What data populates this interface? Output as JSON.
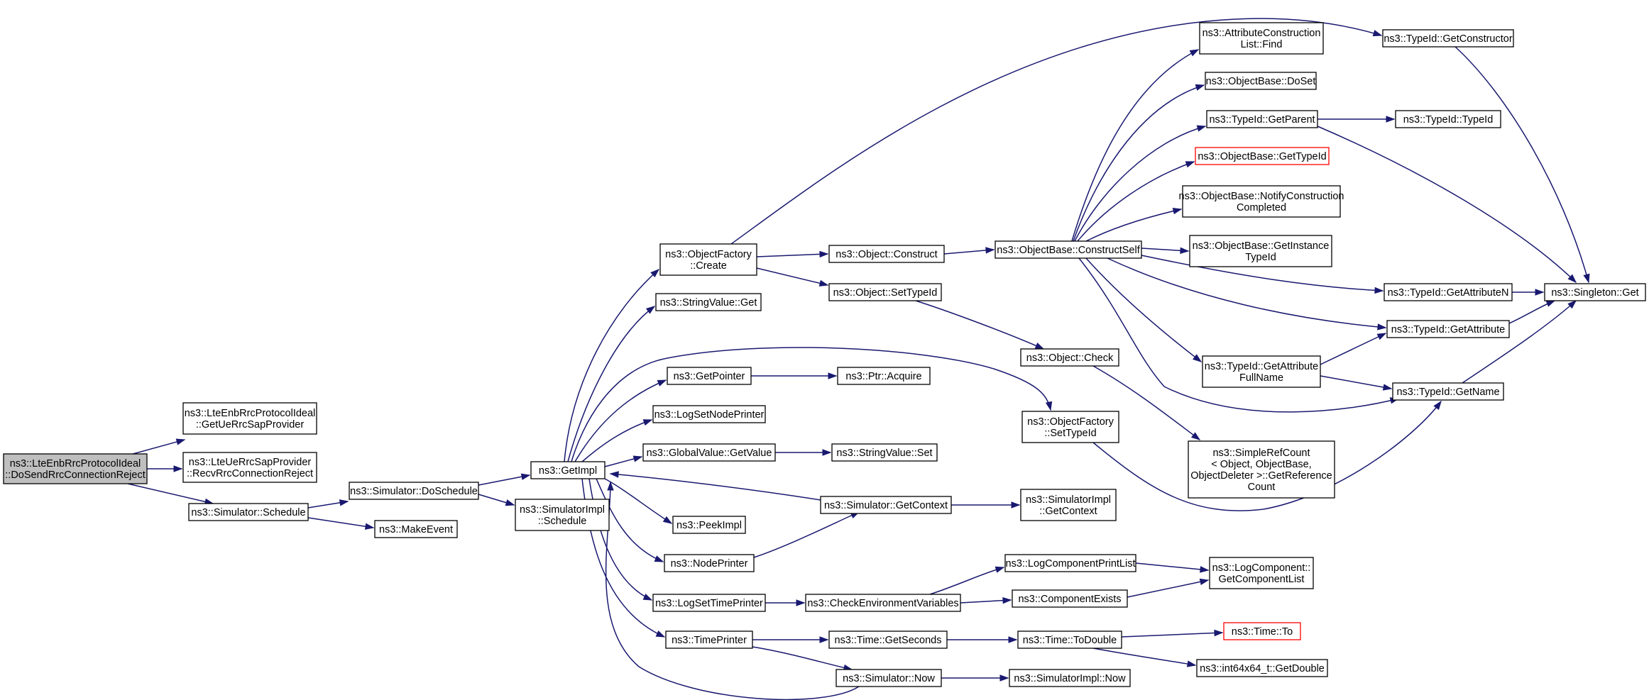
{
  "nodes": [
    {
      "id": "root",
      "lines": [
        "ns3::LteEnbRrcProtocolIdeal",
        "::DoSendRrcConnectionReject"
      ],
      "style": "root"
    },
    {
      "id": "getuerrcsap",
      "lines": [
        "ns3::LteEnbRrcProtocolIdeal",
        "::GetUeRrcSapProvider"
      ]
    },
    {
      "id": "recvrrcreject",
      "lines": [
        "ns3::LteUeRrcSapProvider",
        "::RecvRrcConnectionReject"
      ]
    },
    {
      "id": "sim_schedule",
      "lines": [
        "ns3::Simulator::Schedule"
      ]
    },
    {
      "id": "sim_doschedule",
      "lines": [
        "ns3::Simulator::DoSchedule"
      ]
    },
    {
      "id": "makeevent",
      "lines": [
        "ns3::MakeEvent"
      ]
    },
    {
      "id": "simimpl_schedule",
      "lines": [
        "ns3::SimulatorImpl",
        "::Schedule"
      ]
    },
    {
      "id": "getimpl",
      "lines": [
        "ns3::GetImpl"
      ]
    },
    {
      "id": "objfactory_create",
      "lines": [
        "ns3::ObjectFactory",
        "::Create"
      ]
    },
    {
      "id": "stringvalue_get",
      "lines": [
        "ns3::StringValue::Get"
      ]
    },
    {
      "id": "getpointer",
      "lines": [
        "ns3::GetPointer"
      ]
    },
    {
      "id": "logsetnodeprinter",
      "lines": [
        "ns3::LogSetNodePrinter"
      ]
    },
    {
      "id": "globalvalue_getvalue",
      "lines": [
        "ns3::GlobalValue::GetValue"
      ]
    },
    {
      "id": "peekimpl",
      "lines": [
        "ns3::PeekImpl"
      ]
    },
    {
      "id": "nodeprinter",
      "lines": [
        "ns3::NodePrinter"
      ]
    },
    {
      "id": "logsettimeprinter",
      "lines": [
        "ns3::LogSetTimePrinter"
      ]
    },
    {
      "id": "timeprinter",
      "lines": [
        "ns3::TimePrinter"
      ]
    },
    {
      "id": "obj_construct",
      "lines": [
        "ns3::Object::Construct"
      ]
    },
    {
      "id": "obj_settypeid",
      "lines": [
        "ns3::Object::SetTypeId"
      ]
    },
    {
      "id": "ptr_acquire",
      "lines": [
        "ns3::Ptr::Acquire"
      ]
    },
    {
      "id": "stringvalue_set",
      "lines": [
        "ns3::StringValue::Set"
      ]
    },
    {
      "id": "sim_getcontext",
      "lines": [
        "ns3::Simulator::GetContext"
      ]
    },
    {
      "id": "checkenvvars",
      "lines": [
        "ns3::CheckEnvironmentVariables"
      ]
    },
    {
      "id": "time_getseconds",
      "lines": [
        "ns3::Time::GetSeconds"
      ]
    },
    {
      "id": "sim_now",
      "lines": [
        "ns3::Simulator::Now"
      ]
    },
    {
      "id": "objbase_constructself",
      "lines": [
        "ns3::ObjectBase::ConstructSelf"
      ]
    },
    {
      "id": "obj_check",
      "lines": [
        "ns3::Object::Check"
      ]
    },
    {
      "id": "objfactory_settypeid",
      "lines": [
        "ns3::ObjectFactory",
        "::SetTypeId"
      ]
    },
    {
      "id": "simimpl_getcontext",
      "lines": [
        "ns3::SimulatorImpl",
        "::GetContext"
      ]
    },
    {
      "id": "logcompprintlist",
      "lines": [
        "ns3::LogComponentPrintList"
      ]
    },
    {
      "id": "componentexists",
      "lines": [
        "ns3::ComponentExists"
      ]
    },
    {
      "id": "time_todouble",
      "lines": [
        "ns3::Time::ToDouble"
      ]
    },
    {
      "id": "simimpl_now",
      "lines": [
        "ns3::SimulatorImpl::Now"
      ]
    },
    {
      "id": "attrconstlist_find",
      "lines": [
        "ns3::AttributeConstruction",
        "List::Find"
      ]
    },
    {
      "id": "objbase_doset",
      "lines": [
        "ns3::ObjectBase::DoSet"
      ]
    },
    {
      "id": "typeid_getparent",
      "lines": [
        "ns3::TypeId::GetParent"
      ]
    },
    {
      "id": "objbase_gettypeid",
      "lines": [
        "ns3::ObjectBase::GetTypeId"
      ],
      "style": "red"
    },
    {
      "id": "objbase_notify",
      "lines": [
        "ns3::ObjectBase::NotifyConstruction",
        "Completed"
      ]
    },
    {
      "id": "objbase_getinstance",
      "lines": [
        "ns3::ObjectBase::GetInstance",
        "TypeId"
      ]
    },
    {
      "id": "typeid_getattrfullname",
      "lines": [
        "ns3::TypeId::GetAttribute",
        "FullName"
      ]
    },
    {
      "id": "simplerefcount",
      "lines": [
        "ns3::SimpleRefCount",
        "< Object, ObjectBase,",
        "ObjectDeleter >::GetReference",
        "Count"
      ]
    },
    {
      "id": "logcomp_getlist",
      "lines": [
        "ns3::LogComponent::",
        "GetComponentList"
      ]
    },
    {
      "id": "time_to",
      "lines": [
        "ns3::Time::To"
      ],
      "style": "red"
    },
    {
      "id": "int64_getdouble",
      "lines": [
        "ns3::int64x64_t::GetDouble"
      ]
    },
    {
      "id": "typeid_getconstructor",
      "lines": [
        "ns3::TypeId::GetConstructor"
      ]
    },
    {
      "id": "typeid_typeid",
      "lines": [
        "ns3::TypeId::TypeId"
      ]
    },
    {
      "id": "typeid_getattributen",
      "lines": [
        "ns3::TypeId::GetAttributeN"
      ]
    },
    {
      "id": "typeid_getattribute",
      "lines": [
        "ns3::TypeId::GetAttribute"
      ]
    },
    {
      "id": "typeid_getname",
      "lines": [
        "ns3::TypeId::GetName"
      ]
    },
    {
      "id": "singleton_get",
      "lines": [
        "ns3::Singleton::Get"
      ]
    }
  ]
}
